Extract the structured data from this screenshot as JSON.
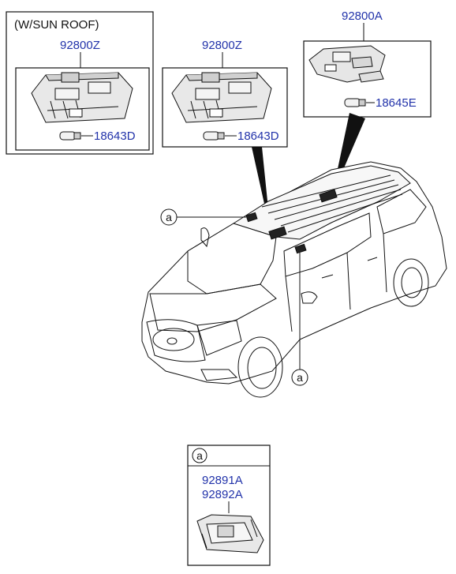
{
  "colors": {
    "part_number": "#2233aa",
    "line": "#111111",
    "arrow": "#111111"
  },
  "boxes": {
    "sunroof": {
      "caption": "(W/SUN ROOF)",
      "lamp_part": "92800Z",
      "bulb_part": "18643D"
    },
    "standard": {
      "lamp_part": "92800Z",
      "bulb_part": "18643D"
    },
    "rear": {
      "lamp_part": "92800A",
      "bulb_part": "18645E"
    },
    "vanity": {
      "ref": "a",
      "part_1": "92891A",
      "part_2": "92892A"
    }
  },
  "callouts": {
    "left": "a",
    "right": "a"
  }
}
